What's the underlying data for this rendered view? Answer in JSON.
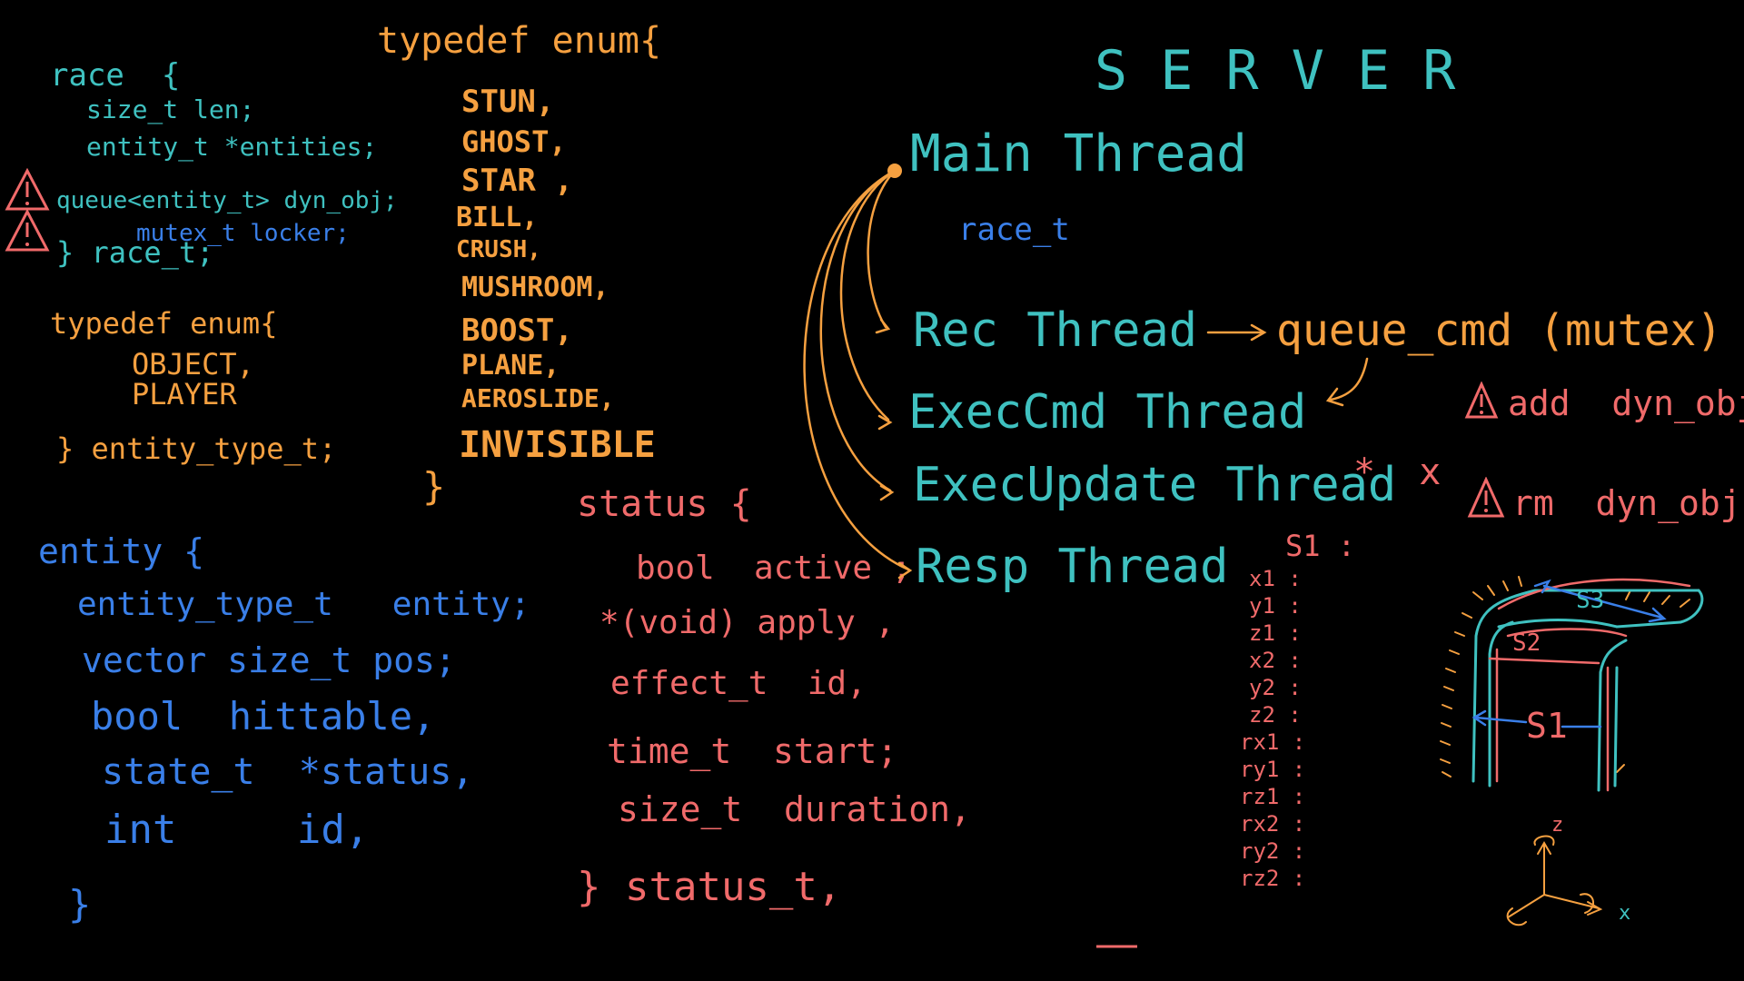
{
  "race": {
    "head": "race  {",
    "l1": "size_t len;",
    "l2": "entity_t *entities;",
    "l3": "queue<entity_t> dyn_obj;",
    "l4": "mutex_t locker;",
    "tail": "} race_t;"
  },
  "enum1": {
    "head": "typedef enum{",
    "items": [
      "STUN,",
      "GHOST,",
      "STAR ,",
      "BILL,",
      "CRUSH,",
      "MUSHROOM,",
      "BOOST,",
      "PLANE,",
      "AEROSLIDE,",
      "INVISIBLE"
    ],
    "tail": "}"
  },
  "enum2": {
    "head": "typedef enum{",
    "l1": "OBJECT,",
    "l2": "PLAYER",
    "tail": "} entity_type_t;"
  },
  "entity": {
    "head": "entity {",
    "l1": "entity_type_t   entity;",
    "l2": "vector size_t pos;",
    "l3": "bool  hittable,",
    "l4": "state_t  *status,",
    "l5": "int     id,",
    "tail": "}"
  },
  "status": {
    "head": "status {",
    "l1": "bool  active ;",
    "l2": "*(void) apply ,",
    "l3": "effect_t  id,",
    "l4": "time_t  start;",
    "l5": "size_t  duration,",
    "tail": "} status_t,"
  },
  "server": {
    "title": "S E R V E R",
    "main": "Main Thread",
    "race_t": "race_t",
    "rec": "Rec Thread",
    "queue": "queue_cmd (mutex)",
    "exec_cmd": "ExecCmd Thread",
    "exec_upd": "ExecUpdate Thread",
    "star_x": "*  x",
    "resp": "Resp Thread",
    "add": "add  dyn_obj",
    "rm": "rm  dyn_obj"
  },
  "coords": {
    "head": "S1 :",
    "rows": [
      "x1 :",
      "y1 :",
      "z1 :",
      "x2 :",
      "y2 :",
      "z2 :",
      "rx1 :",
      "ry1 :",
      "rz1 :",
      "rx2 :",
      "ry2 :",
      "rz2 :"
    ]
  },
  "sketch": {
    "s1": "S1",
    "s2": "S2",
    "s3": "S3",
    "z": "z",
    "x": "x"
  },
  "colors": {
    "teal": "#3fc1c0",
    "orange": "#f5a040",
    "blue": "#3a7fe8",
    "salmon": "#f06a6a"
  }
}
